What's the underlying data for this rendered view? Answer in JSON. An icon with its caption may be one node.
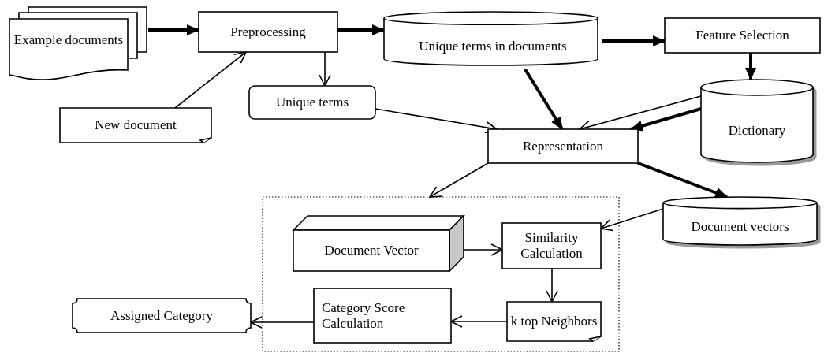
{
  "diagram": {
    "nodes": [
      {
        "text": [
          "Example documents"
        ]
      },
      {
        "text": [
          "Preprocessing"
        ]
      },
      {
        "text": [
          "Unique terms in documents"
        ]
      },
      {
        "text": [
          "Feature Selection"
        ]
      },
      {
        "text": [
          "New document"
        ]
      },
      {
        "text": [
          "Unique terms"
        ]
      },
      {
        "text": [
          "Dictionary"
        ]
      },
      {
        "text": [
          "Representation"
        ]
      },
      {
        "text": [],
        "shape": "box"
      },
      {
        "text": [
          "Document Vector"
        ],
        "in": 8
      },
      {
        "text": [
          "Similarity Calculation"
        ],
        "in": 8
      },
      {
        "text": [
          "Document vectors"
        ]
      },
      {
        "text": [
          "Assigned Category"
        ]
      },
      {
        "text": [
          "Category Score Calculation"
        ],
        "in": 8
      },
      {
        "text": [
          "k top Neighbors"
        ],
        "in": 8
      }
    ],
    "edges": [
      {
        "from": 0,
        "to": 1,
        "arrow": "to",
        "style": "thick"
      },
      {
        "from": 4,
        "to": 1,
        "arrow": "to"
      },
      {
        "from": 1,
        "to": 2,
        "arrow": "to",
        "style": "thick"
      },
      {
        "from": 1,
        "to": 5,
        "arrow": "to"
      },
      {
        "from": 2,
        "to": 3,
        "arrow": "to",
        "style": "thick"
      },
      {
        "from": 3,
        "to": 6,
        "arrow": "to",
        "style": "thick"
      },
      {
        "from": 2,
        "to": 7,
        "arrow": "to",
        "style": "thick"
      },
      {
        "from": 5,
        "to": 7,
        "arrow": "to"
      },
      {
        "from": 6,
        "to": 7,
        "arrow": "to"
      },
      {
        "from": 6,
        "to": 7,
        "arrow": "to",
        "style": "thick"
      },
      {
        "from": 7,
        "to": 8,
        "arrow": "to"
      },
      {
        "from": 7,
        "to": 11,
        "arrow": "to",
        "style": "thick"
      },
      {
        "from": 11,
        "to": 10,
        "arrow": "to"
      },
      {
        "from": 9,
        "to": 10,
        "arrow": "to"
      },
      {
        "from": 10,
        "to": 14,
        "arrow": "to"
      },
      {
        "from": 14,
        "to": 13,
        "arrow": "to"
      },
      {
        "from": 13,
        "to": 12,
        "arrow": "to"
      }
    ]
  }
}
